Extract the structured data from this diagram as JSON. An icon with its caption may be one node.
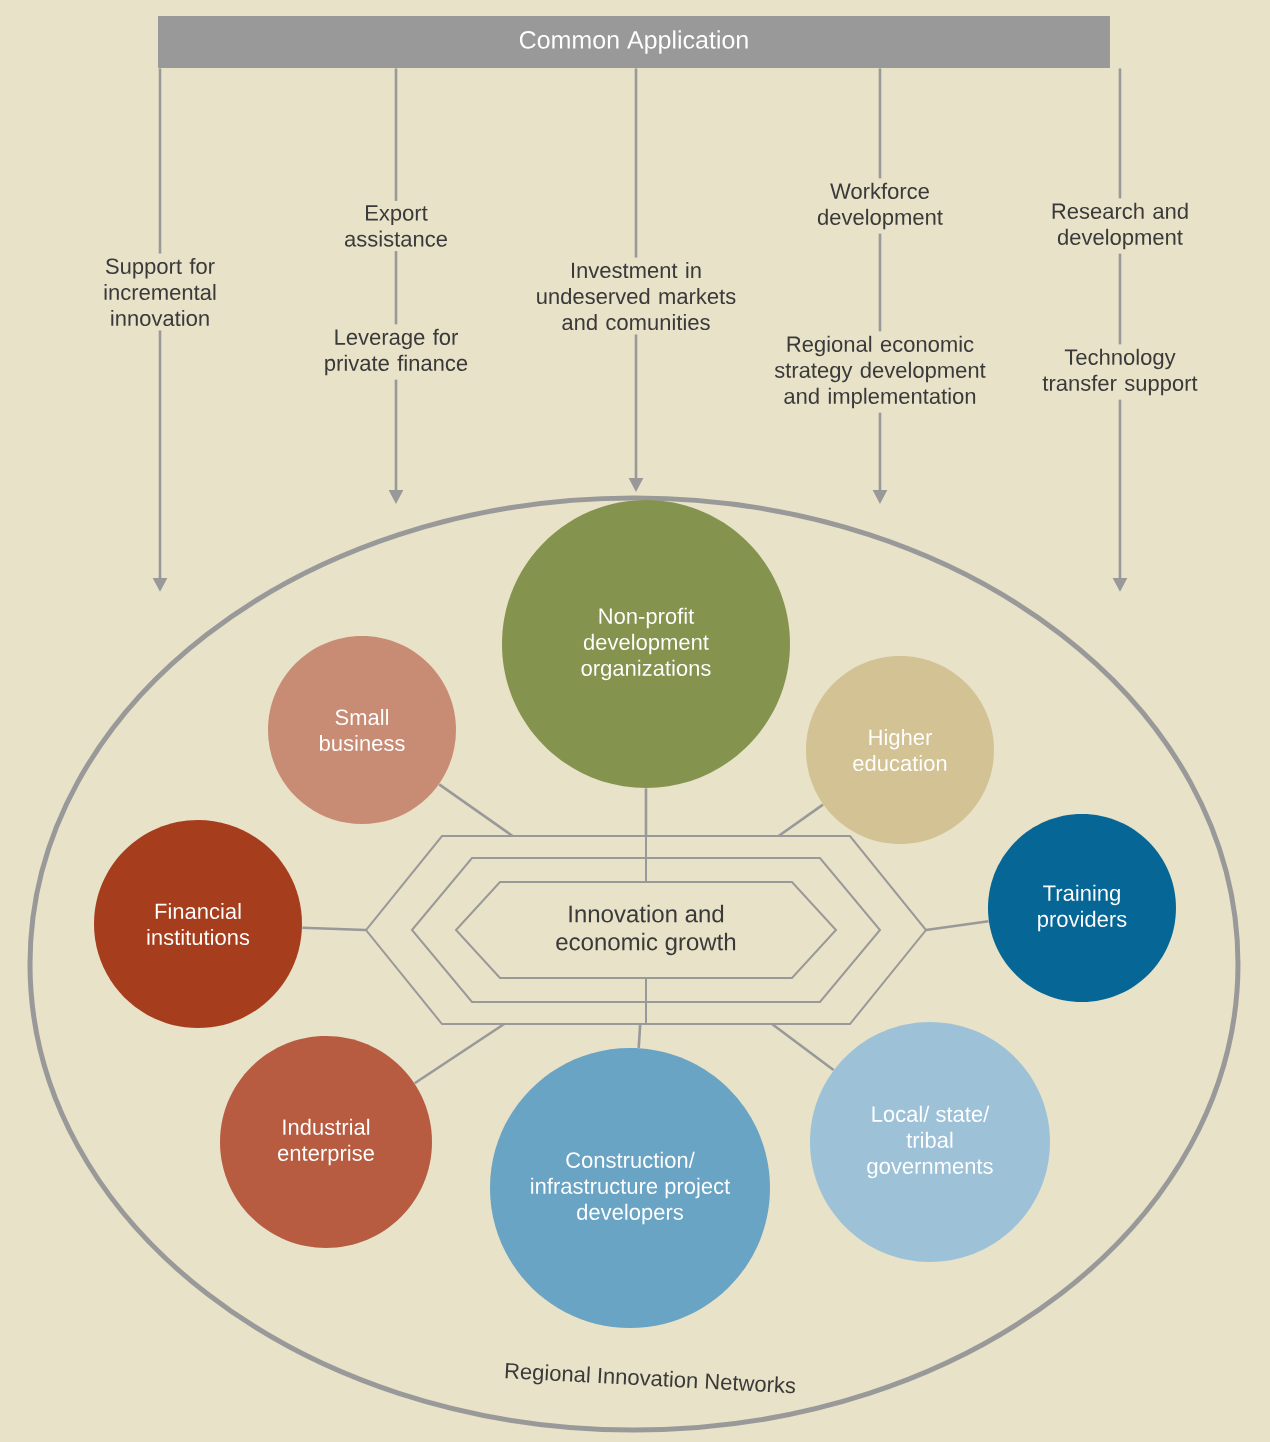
{
  "diagram": {
    "nodes": [
      {
        "text": [
          "Common Application"
        ]
      },
      {
        "text": [
          "Support for incremental innovation"
        ]
      },
      {
        "text": [
          "Export assistance"
        ]
      },
      {
        "text": [
          "Leverage for private finance"
        ]
      },
      {
        "text": [
          "Investment in undeserved markets and comunities"
        ]
      },
      {
        "text": [
          "Workforce development"
        ]
      },
      {
        "text": [
          "Regional economic strategy development and implementation"
        ]
      },
      {
        "text": [
          "Research and development"
        ]
      },
      {
        "text": [
          "Technology transfer support"
        ]
      },
      {
        "text": [
          "Regional Innovation Networks"
        ]
      },
      {
        "text": [
          "Innovation and economic growth"
        ],
        "in": 9
      },
      {
        "text": [
          "Non-profit development organizations"
        ],
        "in": 9
      },
      {
        "text": [
          "Small business"
        ],
        "in": 9
      },
      {
        "text": [
          "Higher education"
        ],
        "in": 9
      },
      {
        "text": [
          "Financial institutions"
        ],
        "in": 9
      },
      {
        "text": [
          "Training providers"
        ],
        "in": 9
      },
      {
        "text": [
          "Industrial enterprise"
        ],
        "in": 9
      },
      {
        "text": [
          "Construction/ infrastructure project developers"
        ],
        "in": 9
      },
      {
        "text": [
          "Local/ state/ tribal governments"
        ],
        "in": 9
      }
    ],
    "edges": [
      {
        "from": 0,
        "to": 1,
        "arrow": "none"
      },
      {
        "from": 1,
        "to": 9,
        "arrow": "to"
      },
      {
        "from": 0,
        "to": 2,
        "arrow": "none"
      },
      {
        "from": 2,
        "to": 3,
        "arrow": "none"
      },
      {
        "from": 3,
        "to": 9,
        "arrow": "to"
      },
      {
        "from": 0,
        "to": 4,
        "arrow": "none"
      },
      {
        "from": 4,
        "to": 9,
        "arrow": "to"
      },
      {
        "from": 0,
        "to": 5,
        "arrow": "none"
      },
      {
        "from": 5,
        "to": 6,
        "arrow": "none"
      },
      {
        "from": 6,
        "to": 9,
        "arrow": "to"
      },
      {
        "from": 0,
        "to": 7,
        "arrow": "none"
      },
      {
        "from": 7,
        "to": 8,
        "arrow": "none"
      },
      {
        "from": 8,
        "to": 9,
        "arrow": "to"
      },
      {
        "from": 10,
        "to": 11,
        "arrow": "none"
      },
      {
        "from": 10,
        "to": 12,
        "arrow": "none"
      },
      {
        "from": 10,
        "to": 13,
        "arrow": "none"
      },
      {
        "from": 10,
        "to": 14,
        "arrow": "none"
      },
      {
        "from": 10,
        "to": 15,
        "arrow": "none"
      },
      {
        "from": 10,
        "to": 16,
        "arrow": "none"
      },
      {
        "from": 10,
        "to": 17,
        "arrow": "none"
      },
      {
        "from": 10,
        "to": 18,
        "arrow": "none"
      }
    ]
  }
}
